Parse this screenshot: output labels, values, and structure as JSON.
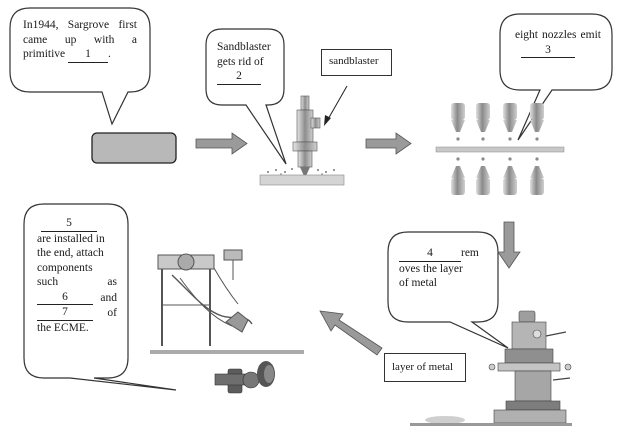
{
  "steps": {
    "step1": {
      "prefix_a": "In1944, Sargrove first",
      "prefix_b": "came up with a",
      "prefix_c": "primitive",
      "blank": "1",
      "suffix": "."
    },
    "step2": {
      "line_a": "Sandblaster",
      "line_b": "gets rid of",
      "blank": "2"
    },
    "step3": {
      "line_a": "eight nozzles emit",
      "blank": "3"
    },
    "step4": {
      "blank": "4",
      "tail_a": "rem",
      "line_b": "oves the layer",
      "line_c": "of metal"
    },
    "step5": {
      "blank5": "5",
      "line_a": "are installed in",
      "line_b": "the end, attach",
      "line_c": "components",
      "line_d_left": "such",
      "line_d_right": "as",
      "blank6": "6",
      "and": "and",
      "blank7": "7",
      "of": "of",
      "line_last": "the ECME."
    }
  },
  "labels": {
    "sandblaster": "sandblaster",
    "layer_of_metal": "layer of metal"
  },
  "colors": {
    "stroke": "#333333",
    "arrow_fill": "#9a9a9a",
    "block_fill": "#b8b8b8",
    "nozzle": "#a8a8a8"
  }
}
